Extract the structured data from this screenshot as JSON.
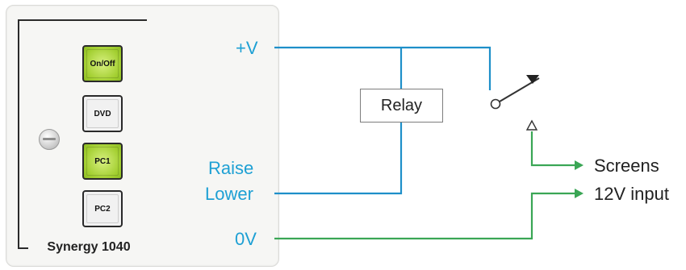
{
  "panel": {
    "name": "Synergy 1040",
    "buttons": [
      {
        "label": "On/Off",
        "lit": true
      },
      {
        "label": "DVD",
        "lit": false
      },
      {
        "label": "PC1",
        "lit": true
      },
      {
        "label": "PC2",
        "lit": false
      }
    ]
  },
  "terminals": {
    "plus_v": "+V",
    "raise": "Raise",
    "lower": "Lower",
    "zero_v": "0V"
  },
  "relay_label": "Relay",
  "outputs": {
    "screens": "Screens",
    "input_12v": "12V input"
  },
  "colors": {
    "signal_wire": "#1e8fc9",
    "power_wire": "#3aa655",
    "terminal_text": "#1ea0d4",
    "button_lit": "#a3cf31"
  }
}
